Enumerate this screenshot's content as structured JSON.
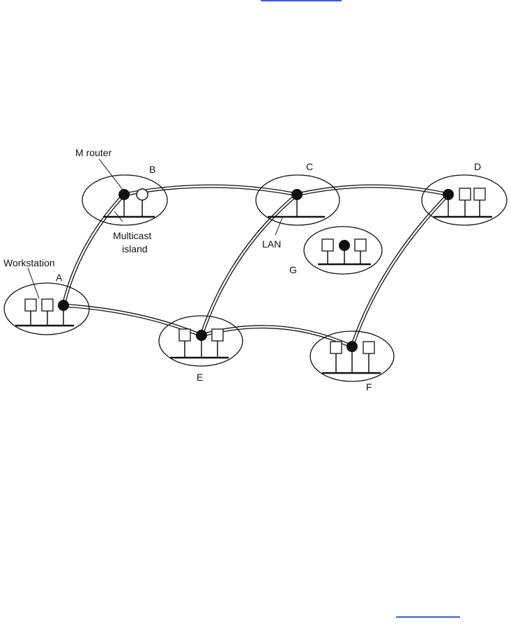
{
  "labels": {
    "m_router": "M router",
    "multicast_island": [
      "Multicast",
      "island"
    ],
    "lan": "LAN",
    "workstation": "Workstation",
    "islands": {
      "A": "A",
      "B": "B",
      "C": "C",
      "D": "D",
      "E": "E",
      "F": "F",
      "G": "G"
    }
  },
  "colors": {
    "line": "#111111",
    "tunnel_fill": "#ffffff",
    "link": "#3b5bdb"
  }
}
